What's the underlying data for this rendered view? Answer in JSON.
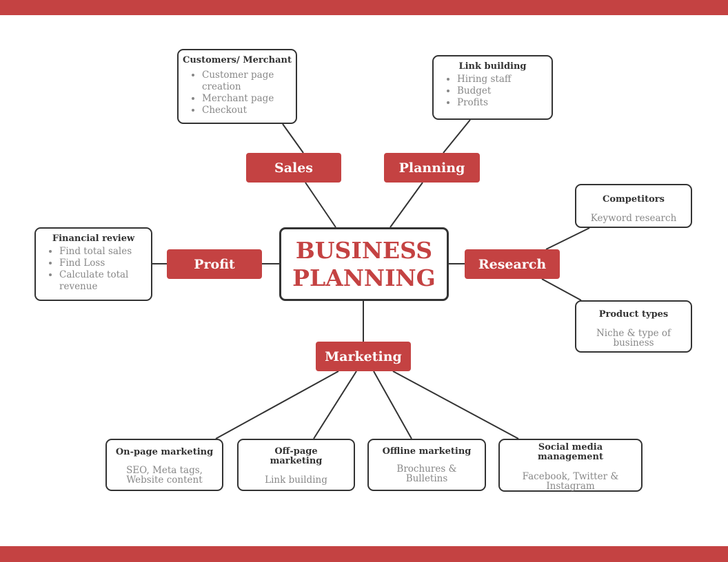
{
  "colors": {
    "accent": "#c44242",
    "border": "#333333",
    "muted": "#888888"
  },
  "center": {
    "line1": "BUSINESS",
    "line2": "PLANNING"
  },
  "branches": {
    "sales": "Sales",
    "planning": "Planning",
    "profit": "Profit",
    "research": "Research",
    "marketing": "Marketing"
  },
  "cards": {
    "customers": {
      "title": "Customers/ Merchant",
      "items": [
        "Customer page creation",
        "Merchant page",
        "Checkout"
      ]
    },
    "link_building": {
      "title": "Link building",
      "items": [
        "Hiring staff",
        "Budget",
        "Profits"
      ]
    },
    "financial": {
      "title": "Financial review",
      "items": [
        "Find total sales",
        "Find Loss",
        "Calculate total revenue"
      ]
    },
    "competitors": {
      "title": "Competitors",
      "text": "Keyword research"
    },
    "product_types": {
      "title": "Product types",
      "text": "Niche & type of business"
    },
    "onpage": {
      "title": "On-page marketing",
      "text": "SEO, Meta tags, Website content"
    },
    "offpage": {
      "title": "Off-page marketing",
      "text": "Link building"
    },
    "offline": {
      "title": "Offline marketing",
      "text": "Brochures & Bulletins"
    },
    "social": {
      "title": "Social media management",
      "text": "Facebook, Twitter & Instagram"
    }
  }
}
